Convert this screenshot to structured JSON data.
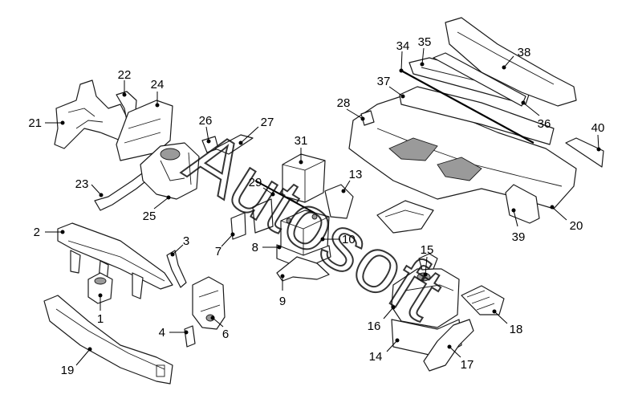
{
  "watermark": {
    "text": "Autosoft"
  },
  "colors": {
    "line": "#1a1a1a",
    "shade": "#9a9a9a",
    "background": "#ffffff"
  },
  "callouts": [
    {
      "id": "1",
      "label": "1"
    },
    {
      "id": "2",
      "label": "2"
    },
    {
      "id": "3",
      "label": "3"
    },
    {
      "id": "4",
      "label": "4"
    },
    {
      "id": "6",
      "label": "6"
    },
    {
      "id": "7",
      "label": "7"
    },
    {
      "id": "8",
      "label": "8"
    },
    {
      "id": "9",
      "label": "9"
    },
    {
      "id": "10",
      "label": "10"
    },
    {
      "id": "13",
      "label": "13"
    },
    {
      "id": "14",
      "label": "14"
    },
    {
      "id": "15",
      "label": "15"
    },
    {
      "id": "16",
      "label": "16"
    },
    {
      "id": "17",
      "label": "17"
    },
    {
      "id": "18",
      "label": "18"
    },
    {
      "id": "19",
      "label": "19"
    },
    {
      "id": "20",
      "label": "20"
    },
    {
      "id": "21",
      "label": "21"
    },
    {
      "id": "22",
      "label": "22"
    },
    {
      "id": "23",
      "label": "23"
    },
    {
      "id": "24",
      "label": "24"
    },
    {
      "id": "25",
      "label": "25"
    },
    {
      "id": "26",
      "label": "26"
    },
    {
      "id": "27",
      "label": "27"
    },
    {
      "id": "28",
      "label": "28"
    },
    {
      "id": "29",
      "label": "29"
    },
    {
      "id": "31",
      "label": "31"
    },
    {
      "id": "34",
      "label": "34"
    },
    {
      "id": "35",
      "label": "35"
    },
    {
      "id": "36",
      "label": "36"
    },
    {
      "id": "37",
      "label": "37"
    },
    {
      "id": "38",
      "label": "38"
    },
    {
      "id": "39",
      "label": "39"
    },
    {
      "id": "40",
      "label": "40"
    }
  ]
}
